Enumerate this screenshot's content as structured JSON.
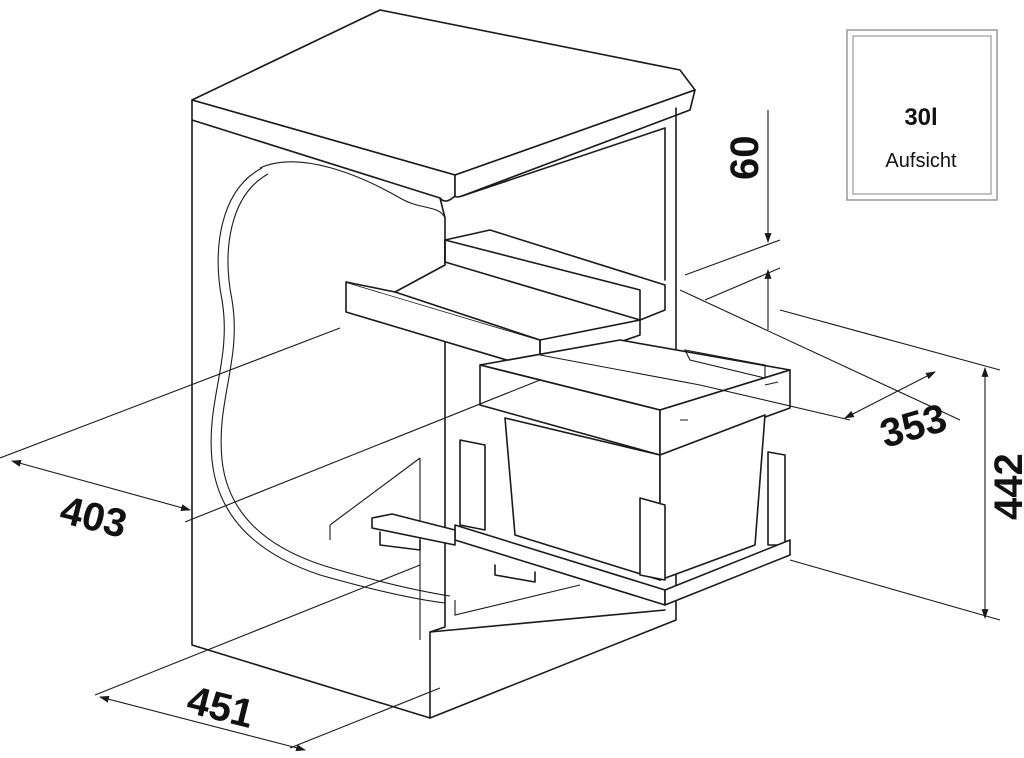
{
  "dimensions": {
    "depth_cabinet": "403",
    "width_cabinet": "451",
    "depth_unit": "353",
    "height_unit": "442",
    "top_offset": "60"
  },
  "legend": {
    "capacity": "30l",
    "view": "Aufsicht"
  }
}
